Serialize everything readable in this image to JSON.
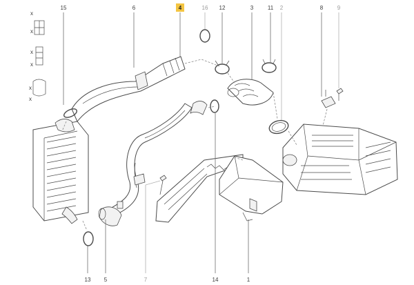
{
  "callouts": {
    "c15": "15",
    "c6": "6",
    "c4": "4",
    "c16": "16",
    "c12": "12",
    "c3": "3",
    "c11": "11",
    "c2": "2",
    "c8": "8",
    "c9": "9",
    "c13": "13",
    "c5": "5",
    "c7": "7",
    "c14": "14",
    "c1": "1"
  },
  "legend_marks": {
    "x1": "x",
    "x2": "x",
    "x3": "x",
    "x4": "x",
    "x5": "x",
    "x6": "x"
  },
  "colors": {
    "highlight": "#f4c542",
    "line": "#4a4a4a",
    "faded": "#9a9a9a"
  },
  "highlighted_callout": "4"
}
